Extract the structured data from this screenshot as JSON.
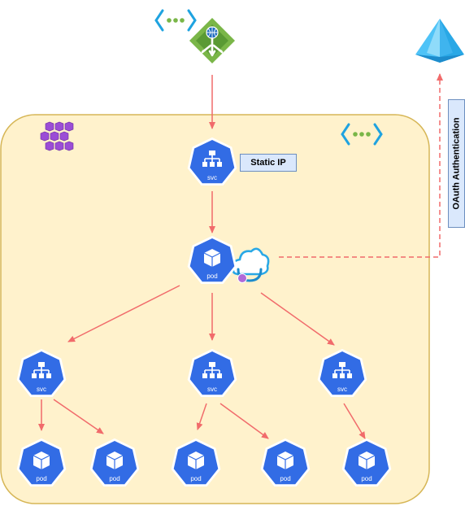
{
  "labels": {
    "static_ip": "Static IP",
    "oauth": "OAuth Authentication"
  },
  "node_text": {
    "svc": "svc",
    "pod": "pod"
  },
  "colors": {
    "cluster_fill": "#fff2cc",
    "cluster_stroke": "#d6b656",
    "k8s_blue": "#326ce5",
    "arrow": "#f16b6b",
    "label_fill": "#dae8fc",
    "label_stroke": "#6c8ebf",
    "gateway_green": "#7ab648",
    "vnet_blue": "#1fa3e0",
    "identity_blue": "#4fc3f7",
    "aks_purple": "#9b4dd6"
  },
  "icons": [
    "vnet-icon",
    "application-gateway-icon",
    "azure-active-directory-icon",
    "aks-icon",
    "managed-identity-icon",
    "kubernetes-service-icon",
    "kubernetes-pod-icon"
  ]
}
